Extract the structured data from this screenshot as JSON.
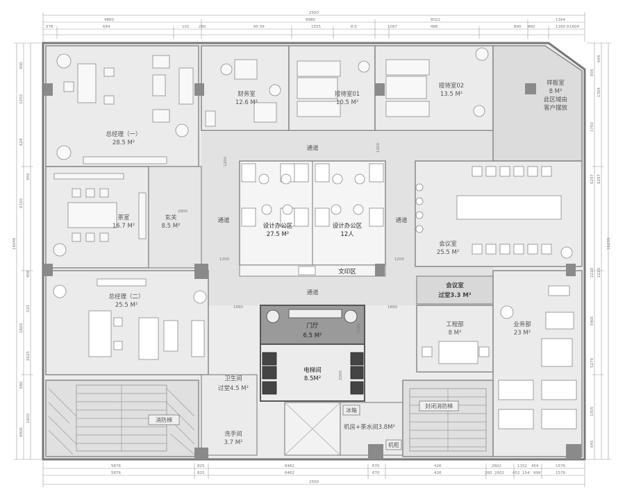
{
  "dimensions": {
    "top_total": "2550",
    "top_row2": [
      "6880",
      "8022",
      "1164"
    ],
    "top_row3": [
      "4860",
      "95 09",
      "1555",
      "8.0",
      "1097",
      "486",
      "860",
      "1160 9"
    ],
    "top_row3b": [
      "376",
      "644",
      "101",
      "280",
      "890",
      "1604"
    ],
    "bottom_row1": [
      "5876",
      "825",
      "6462",
      "670",
      "426",
      "2602",
      "1152",
      "454",
      "1576"
    ],
    "bottom_row2": [
      "5876",
      "825",
      "6462",
      "670",
      "426",
      "260",
      "2602",
      "452",
      "154",
      "999",
      "1576"
    ],
    "bottom_total": "2550",
    "left_total": "16046",
    "left_segments": [
      "400",
      "1250",
      "624",
      "6100",
      "950",
      "406",
      "520",
      "1600",
      "2625",
      "680",
      "1600",
      "4906"
    ],
    "right_total": "16299",
    "right_segments": [
      "644",
      "1364",
      "856",
      "1760",
      "6297",
      "6297",
      "2229",
      "2229",
      "3966",
      "5279",
      "1005",
      "645"
    ],
    "inner_marks": [
      "1200",
      "1200",
      "1200",
      "1200",
      "1890",
      "1890",
      "2000",
      "1560",
      "2800"
    ]
  },
  "rooms": {
    "gm1": {
      "name": "总经理（一）",
      "area": "28.5 M²"
    },
    "finance": {
      "name": "财务室",
      "area": "12.6 M²"
    },
    "reception1": {
      "name": "接待室01",
      "area": "10.5 M²"
    },
    "reception2": {
      "name": "接待室02",
      "area": "13.5 M²"
    },
    "sample": {
      "name": "样板室",
      "area": "8 M²",
      "note1": "此区域由",
      "note2": "客户摆放"
    },
    "tea": {
      "name": "茶室",
      "area": "16.7 M²"
    },
    "foyer": {
      "name": "玄关",
      "area": "8.5 M²"
    },
    "corridor_top": "通道",
    "corridor_left": "通道",
    "corridor_right": "通道",
    "corridor_mid": "通道",
    "design1": {
      "name": "设计办公区",
      "area": "27.5 M²"
    },
    "design2": {
      "name": "设计办公区",
      "area": "12人"
    },
    "print": "文印区",
    "meeting": {
      "name": "会议室",
      "area": "25.5 M²"
    },
    "meeting_small": {
      "name": "会议室",
      "area": "过堂3.3 M²"
    },
    "gm2": {
      "name": "总经理（二）",
      "area": "25.5 M²"
    },
    "lobby": {
      "name": "门厅",
      "area": "6.5 M²"
    },
    "engineering": {
      "name": "工程部",
      "area": "8 M²"
    },
    "business": {
      "name": "业务部",
      "area": "23 M²"
    },
    "elevator": {
      "name": "电梯间",
      "area": "8.5M²"
    },
    "toilet": {
      "name": "卫生间",
      "area": "过堂4.5 M²"
    },
    "washroom": {
      "name": "洗手间",
      "area": "3.7 M²"
    },
    "fire_stair": "消防梯",
    "closed_fire_stair": "封闭消防梯",
    "fridge": "冰箱",
    "machine_tea": "机房+茶水间3.8M²",
    "cabinet": "机柜"
  },
  "colors": {
    "room_fill": "#ebebeb",
    "corridor_fill": "#e3e3e3",
    "white_room": "#f7f7f7",
    "lobby_fill": "#9a9a9a",
    "wall": "#777777",
    "pillar": "#8a8a8a"
  }
}
